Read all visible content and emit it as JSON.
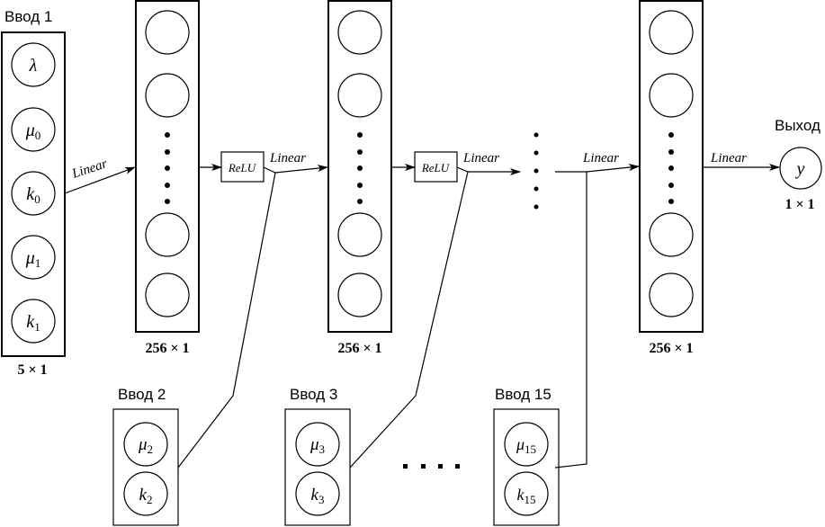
{
  "diagram": {
    "inputs": {
      "input1": {
        "title": "Ввод 1",
        "nodes": [
          "λ",
          "μ0",
          "k0",
          "μ1",
          "k1"
        ],
        "size": "5 × 1"
      },
      "input2": {
        "title": "Ввод 2",
        "nodes": [
          "μ2",
          "k2"
        ]
      },
      "input3": {
        "title": "Ввод 3",
        "nodes": [
          "μ3",
          "k3"
        ]
      },
      "input15": {
        "title": "Ввод 15",
        "nodes": [
          "μ15",
          "k15"
        ]
      }
    },
    "hidden_layers": [
      {
        "size": "256 × 1"
      },
      {
        "size": "256 × 1"
      },
      {
        "size": "256 × 1"
      }
    ],
    "edges": {
      "linear": "Linear",
      "relu": "ReLU"
    },
    "output": {
      "title": "Выход",
      "node": "y",
      "size": "1 × 1"
    }
  }
}
